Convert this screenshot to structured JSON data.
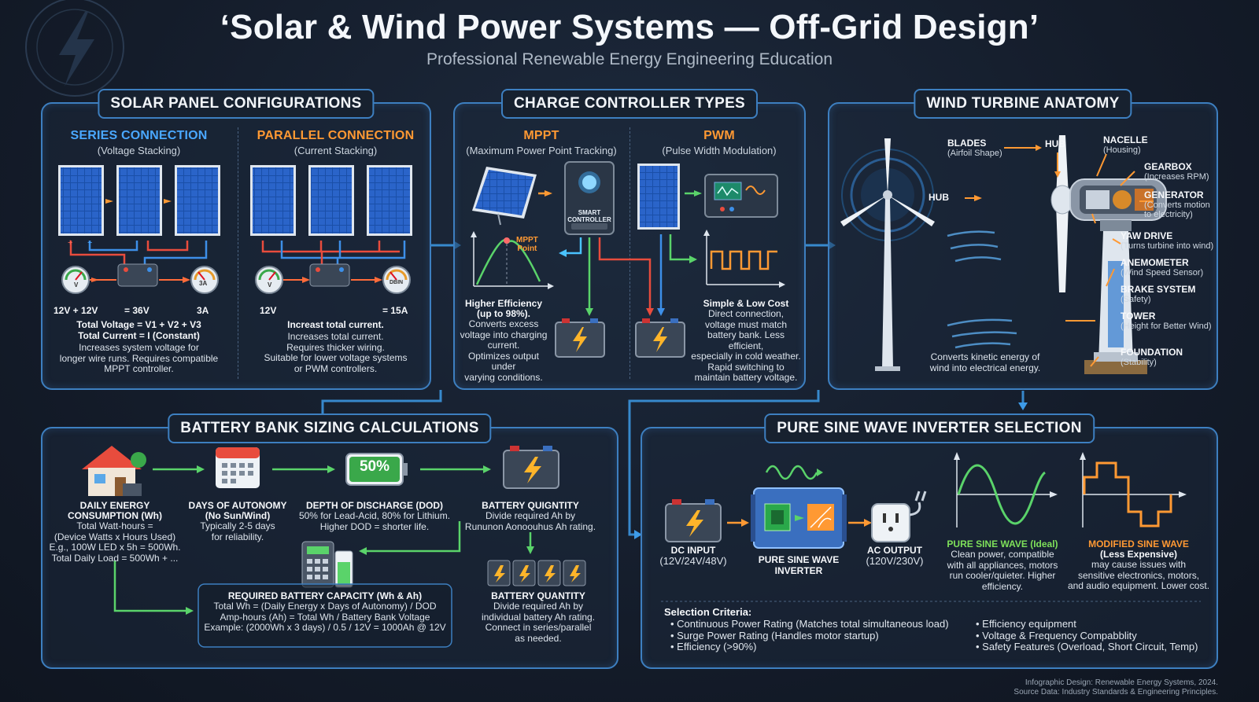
{
  "header": {
    "title": "‘Solar & Wind Power Systems — Off-Grid Design’",
    "subtitle": "Professional Renewable Energy Engineering Education"
  },
  "solar": {
    "title": "SOLAR PANEL CONFIGURATIONS",
    "series": {
      "heading": "SERIES CONNECTION",
      "sub": "(Voltage Stacking)",
      "label_left": "12V + 12V",
      "label_mid": "= 36V",
      "label_right": "3A",
      "gauge_left": "V",
      "gauge_right": "3A",
      "formula1": "Total Voltage = V1 + V2 + V3",
      "formula2": "Total Current = I (Constant)",
      "desc1": "Increases system voltage for",
      "desc2": "longer wire runs. Requires compatible",
      "desc3": "MPPT controller."
    },
    "parallel": {
      "heading": "PARALLEL CONNECTION",
      "sub": "(Current Stacking)",
      "label_left": "12V",
      "label_right": "= 15A",
      "gauge_left": "V",
      "gauge_right": "DBIN",
      "formula1": "Increast total current.",
      "desc1": "Increases total current.",
      "desc2": "Requires thicker wiring.",
      "desc3": "Suitable for lower voltage systems",
      "desc4": "or PWM controllers."
    }
  },
  "charge": {
    "title": "CHARGE CONTROLLER TYPES",
    "mppt": {
      "heading": "MPPT",
      "sub": "(Maximum Power Point Tracking)",
      "controller_label1": "SMART",
      "controller_label2": "CONTROLLER",
      "point_label1": "MPPT",
      "point_label2": "Point",
      "eff1": "Higher Efficiency",
      "eff2": "(up to 98%).",
      "desc1": "Converts excess",
      "desc2": "voltage into charging",
      "desc3": "current.",
      "desc4": "Optimizes output under",
      "desc5": "varying conditions."
    },
    "pwm": {
      "heading": "PWM",
      "sub": "(Pulse Width Modulation)",
      "head2": "Simple & Low Cost",
      "desc1": "Direct connection,",
      "desc2": "voltage must match",
      "desc3": "battery bank. Less efficient,",
      "desc4": "especially in cold weather.",
      "desc5": "Rapid switching to",
      "desc6": "maintain battery voltage."
    }
  },
  "wind": {
    "title": "WIND TURBINE ANATOMY",
    "labels": [
      {
        "name": "BLADES",
        "sub": "(Airfoil Shape)"
      },
      {
        "name": "HUB",
        "sub": ""
      },
      {
        "name": "NACELLE",
        "sub": "(Housing)"
      },
      {
        "name": "GEARBOX",
        "sub": "(Increases RPM)"
      },
      {
        "name": "GENERATOR",
        "sub": "(Converts motion"
      },
      {
        "name": "",
        "sub": "to electricity)"
      },
      {
        "name": "YAW DRIVE",
        "sub": "(Turns turbine into wind)"
      },
      {
        "name": "ANEMOMETER",
        "sub": "(Wind Speed Sensor)"
      },
      {
        "name": "BRAKE SYSTEM",
        "sub": "(Safety)"
      },
      {
        "name": "TOWER",
        "sub": "(Height for Better Wind)"
      },
      {
        "name": "FOUNDATION",
        "sub": "(Stability)"
      }
    ],
    "hub_left": "HUB",
    "caption1": "Converts kinetic energy of",
    "caption2": "wind into electrical energy."
  },
  "battery": {
    "title": "BATTERY BANK SIZING CALCULATIONS",
    "daily": {
      "h1": "DAILY ENERGY",
      "h2": "CONSUMPTION (Wh)",
      "l1": "Total Watt-hours =",
      "l2": "(Device Watts x Hours Used)",
      "l3": "E.g., 100W LED x 5h = 500Wh.",
      "l4": "Total Daily Load = 500Wh + ..."
    },
    "autonomy": {
      "h1": "DAYS OF AUTONOMY",
      "h2": "(No Sun/Wind)",
      "l1": "Typically 2-5 days",
      "l2": "for reliability."
    },
    "dod": {
      "badge": "50%",
      "h1": "DEPTH OF DISCHARGE (DOD)",
      "l1": "50% for Lead-Acid, 80% for Lithium.",
      "l2": "Higher DOD = shorter life."
    },
    "quign": {
      "h1": "BATTERY QUIGNTITY",
      "l1": "Divide required Ah by",
      "l2": "Rununon Aonoouhus Ah rating."
    },
    "required": {
      "h1": "REQUIRED BATTERY CAPACITY (Wh & Ah)",
      "l1": "Total Wh = (Daily Energy x Days of Autonomy) / DOD",
      "l2": "Amp-hours (Ah) = Total Wh / Battery Bank Voltage",
      "l3": "Example: (2000Wh x 3 days) / 0.5 / 12V = 1000Ah @ 12V"
    },
    "quantity": {
      "h1": "BATTERY QUANTITY",
      "l1": "Divide required Ah by",
      "l2": "individual battery Ah rating.",
      "l3": "Connect in series/parallel",
      "l4": "as needed."
    }
  },
  "inverter": {
    "title": "PURE SINE WAVE INVERTER SELECTION",
    "dc_h": "DC INPUT",
    "dc_s": "(12V/24V/48V)",
    "inv_h1": "PURE SINE WAVE",
    "inv_h2": "INVERTER",
    "ac_h": "AC OUTPUT",
    "ac_s": "(120V/230V)",
    "pure": {
      "h1": "PURE SINE WAVE (Ideal)",
      "l1": "Clean power, compatible",
      "l2": "with all appliances, motors",
      "l3": "run cooler/quieter. Higher",
      "l4": "efficiency."
    },
    "modified": {
      "h1": "MODIFIED SINE WAVE",
      "h2": "(Less Expensive)",
      "l1": "may cause issues with",
      "l2": "sensitive electronics, motors,",
      "l3": "and audio equipment. Lower cost."
    },
    "criteria_title": "Selection Criteria:",
    "criteria_left": [
      "Continuous Power Rating (Matches total simultaneous load)",
      "Surge Power Rating (Handles motor startup)",
      "Efficiency (>90%)"
    ],
    "criteria_right": [
      "Efficiency equipment",
      "Voltage & Frequency Compabblity",
      "Safety Features (Overload, Short Circuit, Temp)"
    ]
  },
  "footer": {
    "line1": "Infographic Design: Renewable Energy Systems, 2024.",
    "line2": "Source Data: Industry Standards & Engineering Principles."
  },
  "colors": {
    "accent_blue": "#4aa8ff",
    "accent_orange": "#ff9933",
    "accent_green": "#7ee05a",
    "panel_border": "#3d7fc0"
  }
}
